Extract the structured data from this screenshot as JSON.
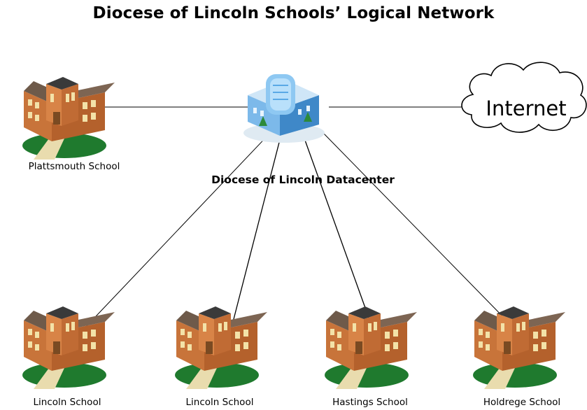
{
  "title": "Diocese of Lincoln Schools’ Logical Network",
  "datacenter": {
    "label": "Diocese of Lincoln Datacenter",
    "icon": "datacenter-building-icon"
  },
  "internet": {
    "label": "Internet",
    "icon": "cloud-icon"
  },
  "schools": [
    {
      "label": "Plattsmouth School",
      "icon": "school-building-icon"
    },
    {
      "label": "Lincoln School",
      "icon": "school-building-icon"
    },
    {
      "label": "Lincoln School",
      "icon": "school-building-icon"
    },
    {
      "label": "Hastings School",
      "icon": "school-building-icon"
    },
    {
      "label": "Holdrege School",
      "icon": "school-building-icon"
    }
  ],
  "colors": {
    "brick": "#c8743a",
    "roof": "#6e5a4a",
    "lawn": "#1f7a2e",
    "datacenter": "#5aa9e6"
  }
}
